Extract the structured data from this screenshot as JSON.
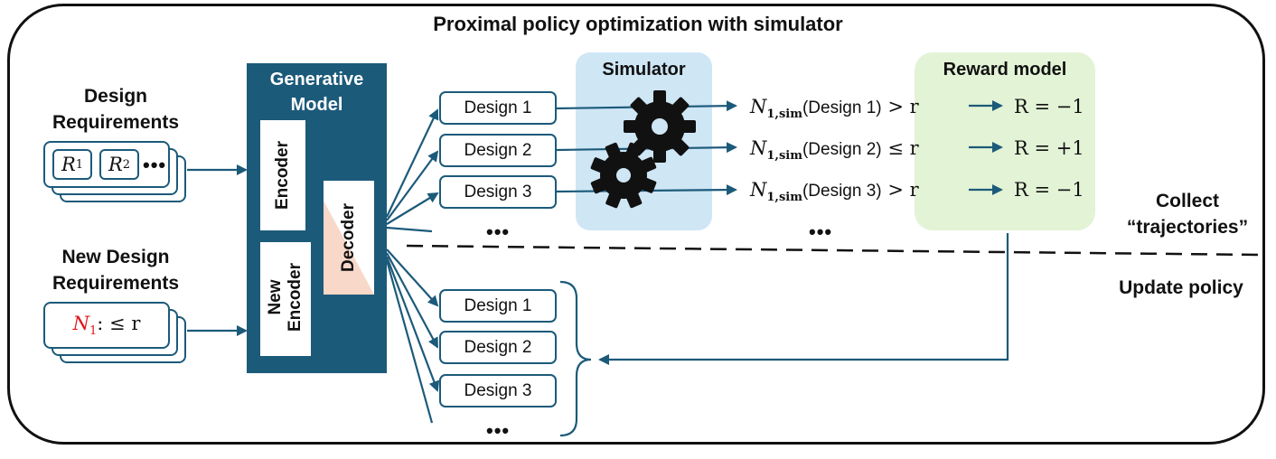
{
  "title": "Proximal policy optimization with simulator",
  "left": {
    "design_requirements": [
      "Design",
      "Requirements"
    ],
    "chips": [
      "R",
      "R"
    ],
    "chip_subs": [
      "1",
      "2"
    ],
    "chip_more": "•••",
    "new_design_requirements": [
      "New Design",
      "Requirements"
    ],
    "new_req_symbol": "N",
    "new_req_sub": "1",
    "new_req_rest": ": ≤ r"
  },
  "generative_model": {
    "title": [
      "Generative",
      "Model"
    ],
    "encoder": "Encoder",
    "new_encoder": [
      "New",
      "Encoder"
    ],
    "decoder": "Decoder"
  },
  "top_designs": [
    "Design 1",
    "Design 2",
    "Design 3"
  ],
  "bottom_designs": [
    "Design 1",
    "Design 2",
    "Design 3"
  ],
  "ellipsis": "•••",
  "simulator": {
    "title": "Simulator"
  },
  "reward_model": {
    "title": "Reward model"
  },
  "evaluations": [
    {
      "n": "N",
      "sub": "1,sim",
      "design": "(Design 1)",
      "op": "> r",
      "reward": "R = −1"
    },
    {
      "n": "N",
      "sub": "1,sim",
      "design": "(Design 2)",
      "op": "≤ r",
      "reward": "R = +1"
    },
    {
      "n": "N",
      "sub": "1,sim",
      "design": "(Design 3)",
      "op": "> r",
      "reward": "R = −1"
    }
  ],
  "collect": [
    "Collect",
    "“trajectories”"
  ],
  "update_policy": "Update policy",
  "colors": {
    "primary": "#1c5a7a",
    "simulator_bg": "#cfe6f5",
    "reward_bg": "#e3f3d6",
    "decoder_triangle": "#f8d8c8",
    "highlight_red": "#e0161c"
  }
}
